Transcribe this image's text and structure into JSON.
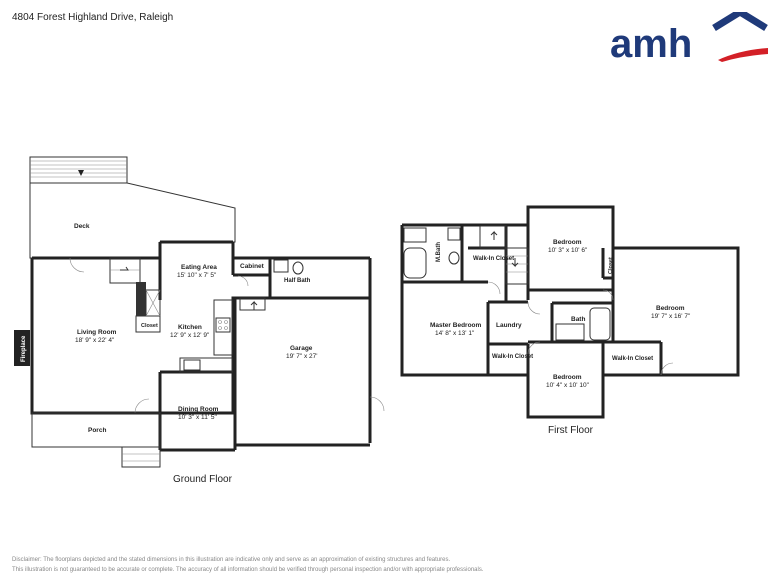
{
  "header": {
    "address": "4804 Forest Highland Drive, Raleigh"
  },
  "logo": {
    "text": "amh",
    "text_color": "#1f3a7a",
    "accent_color": "#d32027"
  },
  "ground_floor": {
    "label": "Ground Floor",
    "rooms": [
      {
        "name": "Deck",
        "dims": ""
      },
      {
        "name": "Eating Area",
        "dims": "15' 10\" x 7' 5\""
      },
      {
        "name": "Cabinet",
        "dims": ""
      },
      {
        "name": "Half Bath",
        "dims": ""
      },
      {
        "name": "Living Room",
        "dims": "18' 9\" x 22' 4\""
      },
      {
        "name": "Closet",
        "dims": ""
      },
      {
        "name": "Kitchen",
        "dims": "12' 9\" x 12' 9\""
      },
      {
        "name": "Garage",
        "dims": "19' 7\" x 27'"
      },
      {
        "name": "Fireplace",
        "dims": ""
      },
      {
        "name": "Porch",
        "dims": ""
      },
      {
        "name": "Dining Room",
        "dims": "10' 3\" x 11' 5\""
      }
    ]
  },
  "first_floor": {
    "label": "First Floor",
    "rooms": [
      {
        "name": "M.Bath",
        "dims": ""
      },
      {
        "name": "Walk-In Closet",
        "dims": ""
      },
      {
        "name": "Bedroom",
        "dims": "10' 3\" x 10' 6\""
      },
      {
        "name": "Closet",
        "dims": ""
      },
      {
        "name": "Bedroom",
        "dims": "19' 7\" x 16' 7\""
      },
      {
        "name": "Master Bedroom",
        "dims": "14' 8\" x 13' 1\""
      },
      {
        "name": "Laundry",
        "dims": ""
      },
      {
        "name": "Bath",
        "dims": ""
      },
      {
        "name": "Walk-In Closet",
        "dims": ""
      },
      {
        "name": "Walk-In Closet",
        "dims": ""
      },
      {
        "name": "Bedroom",
        "dims": "10' 4\" x 10' 10\""
      }
    ]
  },
  "disclaimer": {
    "line1": "Disclaimer: The floorplans depicted and the stated dimensions in this illustration are indicative only and serve as an approximation of existing structures and features.",
    "line2": "This illustration is not guaranteed to be accurate or complete. The accuracy of all information should be verified through personal inspection and/or with appropriate professionals."
  }
}
